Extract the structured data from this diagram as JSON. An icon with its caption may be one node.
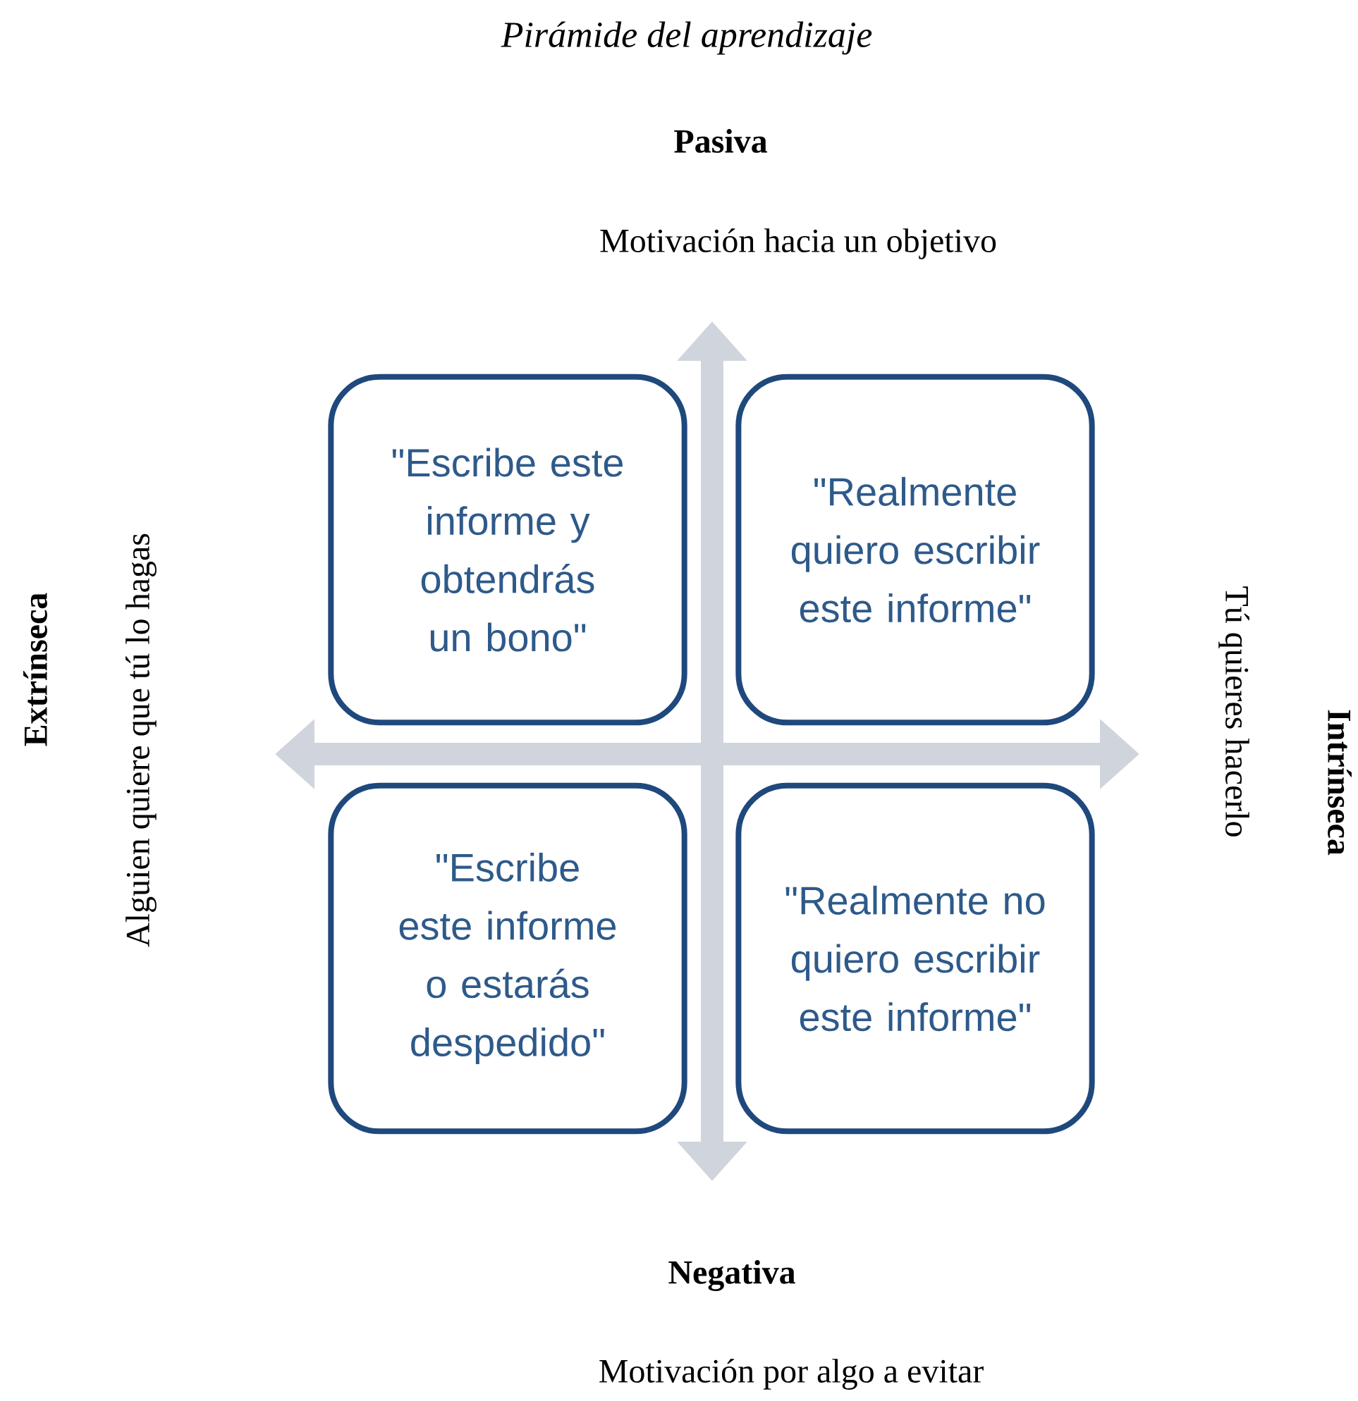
{
  "diagram": {
    "title": "Pirámide del aprendizaje",
    "nodes": [
      {
        "text": [
          "\"Escribe este informe y obtendrás un bono\""
        ]
      },
      {
        "text": [
          "\"Realmente quiero escribir este informe\""
        ]
      },
      {
        "text": [
          "\"Escribe este informe o estarás despedido\""
        ]
      },
      {
        "text": [
          "\"Realmente no quiero escribir este informe\""
        ]
      }
    ],
    "labels": [
      "Pasiva",
      "Motivación hacia un objetivo",
      "Extrínseca",
      "Alguien quiere que tú lo hagas",
      "Tú quieres hacerlo",
      "Intrínseca",
      "Negativa",
      "Motivación por algo a evitar"
    ]
  }
}
